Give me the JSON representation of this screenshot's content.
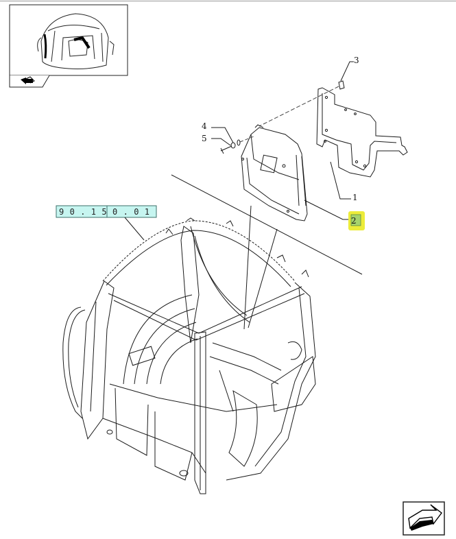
{
  "callouts": [
    {
      "id": "1",
      "label": "1",
      "highlighted": false
    },
    {
      "id": "2",
      "label": "2",
      "highlighted": true
    },
    {
      "id": "3",
      "label": "3",
      "highlighted": false
    },
    {
      "id": "4",
      "label": "4",
      "highlighted": false
    },
    {
      "id": "5",
      "label": "5",
      "highlighted": false
    }
  ],
  "reference": {
    "chars": [
      "9",
      "0",
      ".",
      "1",
      "5",
      "0",
      ".",
      "0",
      "1"
    ],
    "highlight_color": "#c6f5f0"
  },
  "colors": {
    "highlight_yellow": "#ecec3a",
    "line": "#1a1a1a",
    "ref_box": "#3c6f6a"
  },
  "icons": {
    "thumbnail": "cab-thumbnail-icon",
    "arrow_left": "arrow-left-icon",
    "arrow_next": "next-page-arrow-icon"
  }
}
